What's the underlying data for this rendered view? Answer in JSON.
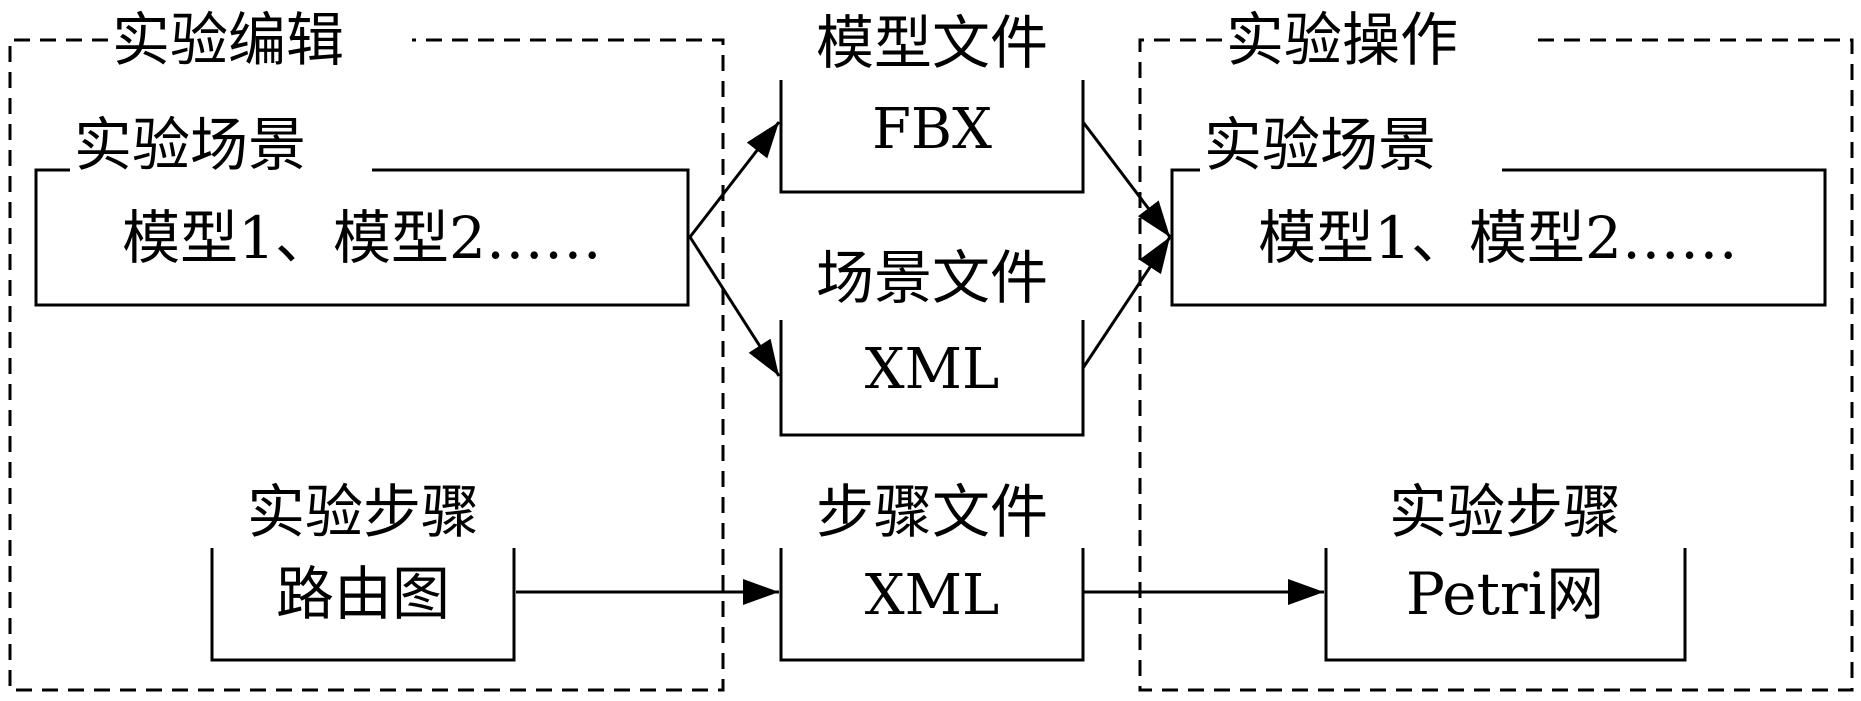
{
  "editor": {
    "title": "实验编辑",
    "scene": {
      "title": "实验场景",
      "content": "模型1、模型2……"
    },
    "steps": {
      "title": "实验步骤",
      "content": "路由图"
    }
  },
  "files": {
    "model": {
      "title": "模型文件",
      "format": "FBX"
    },
    "scene": {
      "title": "场景文件",
      "format": "XML"
    },
    "steps": {
      "title": "步骤文件",
      "format": "XML"
    }
  },
  "operation": {
    "title": "实验操作",
    "scene": {
      "title": "实验场景",
      "content": "模型1、模型2……"
    },
    "steps": {
      "title": "实验步骤",
      "content": "Petri网"
    }
  }
}
